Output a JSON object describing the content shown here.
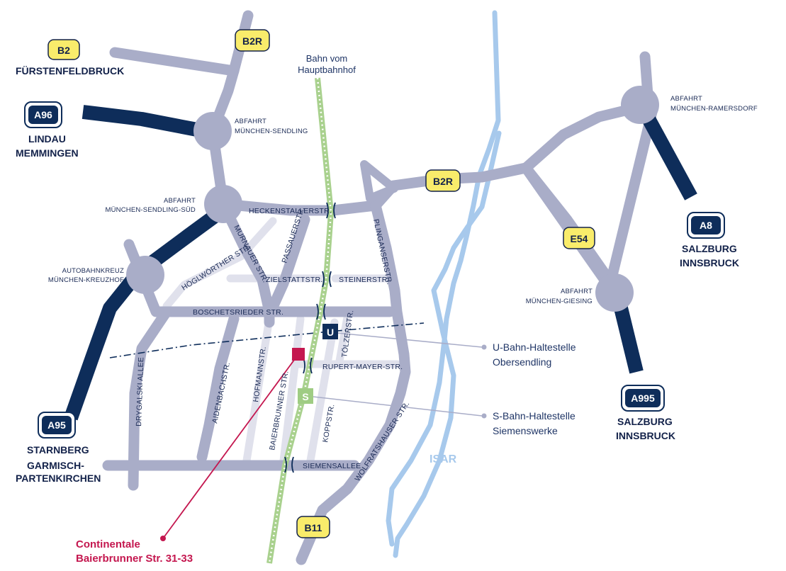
{
  "colors": {
    "road": "#a9adc8",
    "road_light": "#e0e1ec",
    "autobahn": "#0e2d5a",
    "river": "#a7c9ec",
    "railway": "#a9d18e",
    "sbahn": "#9fcc83",
    "bundesstrasse_fill": "#f9ec6b",
    "location_marker": "#c4174f",
    "text": "#1a2a55"
  },
  "road_shields": {
    "b2": "B2",
    "b2r_top": "B2R",
    "b2r_east": "B2R",
    "b11": "B11",
    "e54": "E54",
    "a96": "A96",
    "a95": "A95",
    "a8": "A8",
    "a995": "A995"
  },
  "destinations": {
    "fuerstenfeldbruck": "FÜRSTENFELDBRUCK",
    "lindau": "LINDAU",
    "memmingen": "MEMMINGEN",
    "starnberg": "STARNBERG",
    "garmisch1": "GARMISCH-",
    "garmisch2": "PARTENKIRCHEN",
    "a8_salzburg": "SALZBURG",
    "a8_innsbruck": "INNSBRUCK",
    "a995_salzburg": "SALZBURG",
    "a995_innsbruck": "INNSBRUCK"
  },
  "exits": {
    "sendling_1": "ABFAHRT",
    "sendling_2": "MÜNCHEN-SENDLING",
    "sendling_sued_1": "ABFAHRT",
    "sendling_sued_2": "MÜNCHEN-SENDLING-SÜD",
    "kreuzhof_1": "AUTOBAHNKREUZ",
    "kreuzhof_2": "MÜNCHEN-KREUZHOF",
    "ramersdorf_1": "ABFAHRT",
    "ramersdorf_2": "MÜNCHEN-RAMERSDORF",
    "giesing_1": "ABFAHRT",
    "giesing_2": "MÜNCHEN-GIESING"
  },
  "streets": {
    "heckenstaller": "HECKENSTALLERSTR.",
    "zielstatt": "ZIELSTATTSTR.",
    "steiner": "STEINERSTR.",
    "boschetsrieder": "BOSCHETSRIEDER STR.",
    "rupert_mayer": "RUPERT-MAYER-STR.",
    "siemensallee": "SIEMENSALLEE",
    "hoeglwoerther": "HÖGLWÖRTHER STR.",
    "murnauer": "MURNAUER STR.",
    "passauer": "PASSAUERSTR.",
    "plinganser": "PLINGANSERSTR.",
    "toelzer": "TÖLZERSTR.",
    "drygalski": "DRYGALSKI ALLEE",
    "aidenbach": "AIDENBACHSTR.",
    "hofmann": "HOFMANNSTR.",
    "baierbrunner": "BAIERBRUNNER STR.",
    "kopp": "KOPPSTR.",
    "wolfratshauser": "WOLFRATSHAUSER STR."
  },
  "rail": {
    "line1": "Bahn vom",
    "line2": "Hauptbahnhof"
  },
  "stations": {
    "ubahn_symbol": "U",
    "sbahn_symbol": "S",
    "ubahn_1": "U-Bahn-Haltestelle",
    "ubahn_2": "Obersendling",
    "sbahn_1": "S-Bahn-Haltestelle",
    "sbahn_2": "Siemenswerke"
  },
  "river_name": "ISAR",
  "location": {
    "name": "Continentale",
    "address": "Baierbrunner Str. 31-33"
  }
}
